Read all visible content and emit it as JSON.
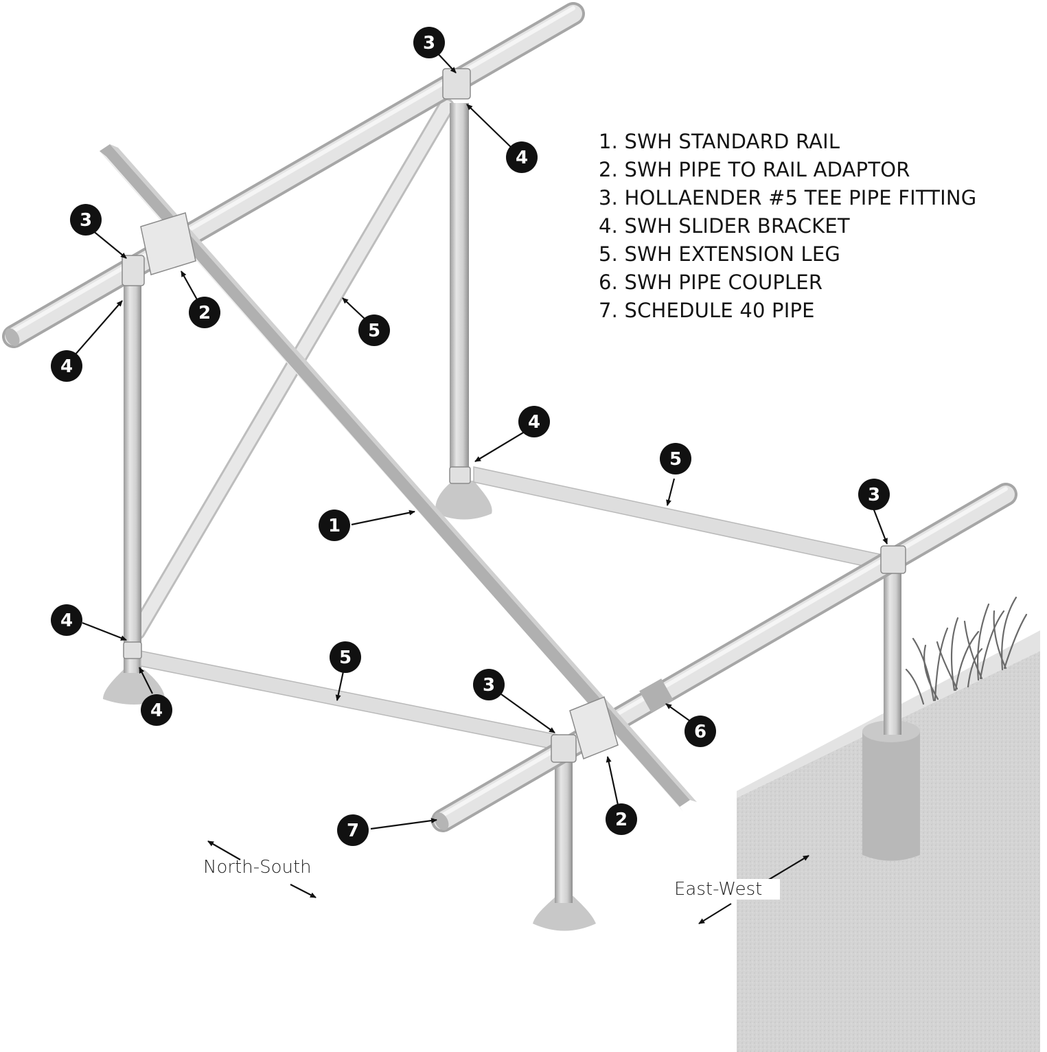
{
  "legend": {
    "items": [
      "1. SWH STANDARD RAIL",
      "2. SWH PIPE TO RAIL ADAPTOR",
      "3. HOLLAENDER #5 TEE PIPE FITTING",
      "4. SWH SLIDER BRACKET",
      "5. SWH EXTENSION LEG",
      "6. SWH PIPE COUPLER",
      "7. SCHEDULE 40 PIPE"
    ]
  },
  "directions": {
    "north_south": "North-South",
    "east_west": "East-West"
  },
  "callouts": [
    {
      "num": "3"
    },
    {
      "num": "4"
    },
    {
      "num": "3"
    },
    {
      "num": "2"
    },
    {
      "num": "4"
    },
    {
      "num": "5"
    },
    {
      "num": "4"
    },
    {
      "num": "5"
    },
    {
      "num": "3"
    },
    {
      "num": "1"
    },
    {
      "num": "4"
    },
    {
      "num": "4"
    },
    {
      "num": "5"
    },
    {
      "num": "3"
    },
    {
      "num": "6"
    },
    {
      "num": "2"
    },
    {
      "num": "7"
    }
  ],
  "colors": {
    "pipe": "#d9d9d9",
    "pipe_edge": "#a8a8a8",
    "rail": "#e2e2e2",
    "ground": "#cfcfcf",
    "callout_fill": "#111111",
    "ink": "#141414"
  },
  "icons": [
    "arrow-icon",
    "grass-icon"
  ]
}
